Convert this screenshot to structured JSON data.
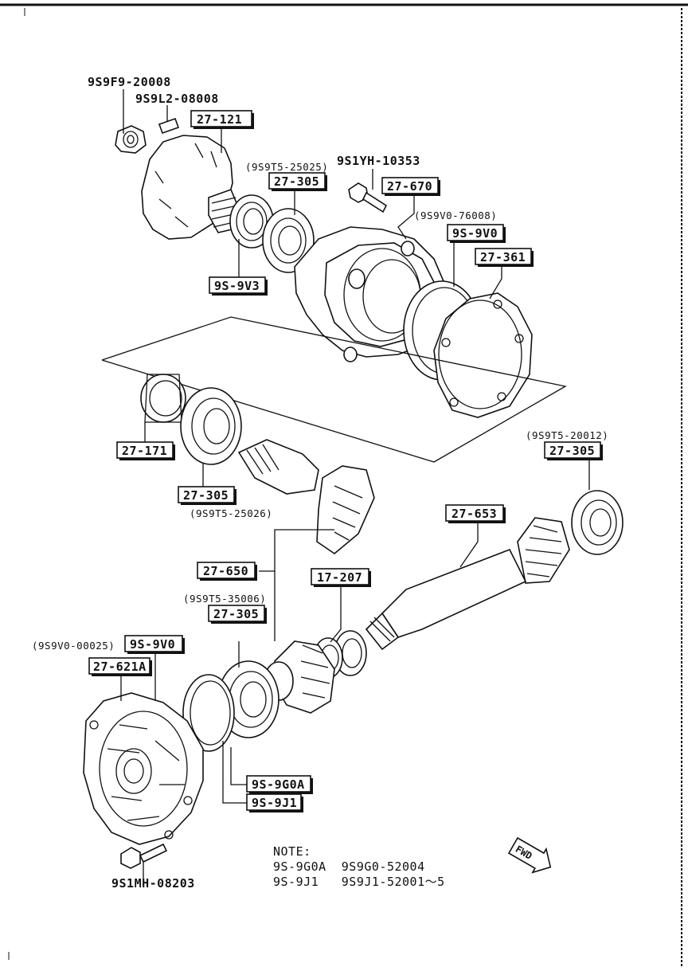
{
  "diagram": {
    "labels": [
      {
        "id": "nut",
        "text": "9S9F9-20008",
        "boxed": false
      },
      {
        "id": "pin",
        "text": "9S9L2-08008",
        "boxed": false
      },
      {
        "id": "cover-top",
        "text": "27-121",
        "boxed": true
      },
      {
        "id": "bearing-top-code",
        "text": "(9S9T5-25025)",
        "boxed": false
      },
      {
        "id": "bearing-top",
        "text": "27-305",
        "boxed": true
      },
      {
        "id": "bolt-top",
        "text": "9S1YH-10353",
        "boxed": false
      },
      {
        "id": "housing",
        "text": "27-670",
        "boxed": true
      },
      {
        "id": "shim-top-code",
        "text": "(9S9V0-76008)",
        "boxed": false
      },
      {
        "id": "shim-top",
        "text": "9S-9V0",
        "boxed": true
      },
      {
        "id": "gasket",
        "text": "27-361",
        "boxed": true
      },
      {
        "id": "seal-v3",
        "text": "9S-9V3",
        "boxed": true
      },
      {
        "id": "spacer",
        "text": "27-171",
        "boxed": true
      },
      {
        "id": "bearing-mid",
        "text": "27-305",
        "boxed": true
      },
      {
        "id": "bearing-mid-code",
        "text": "(9S9T5-25026)",
        "boxed": false
      },
      {
        "id": "bearing-right-code",
        "text": "(9S9T5-20012)",
        "boxed": false
      },
      {
        "id": "bearing-right",
        "text": "27-305",
        "boxed": true
      },
      {
        "id": "pinion-shaft",
        "text": "27-653",
        "boxed": true
      },
      {
        "id": "ring-gear",
        "text": "27-650",
        "boxed": true
      },
      {
        "id": "collar",
        "text": "17-207",
        "boxed": true
      },
      {
        "id": "bearing-low-code",
        "text": "(9S9T5-35006)",
        "boxed": false
      },
      {
        "id": "bearing-low",
        "text": "27-305",
        "boxed": true
      },
      {
        "id": "shim-low-code",
        "text": "(9S9V0-00025)",
        "boxed": false
      },
      {
        "id": "shim-low",
        "text": "9S-9V0",
        "boxed": true
      },
      {
        "id": "cover-low",
        "text": "27-621A",
        "boxed": true
      },
      {
        "id": "shim-g0a",
        "text": "9S-9G0A",
        "boxed": true
      },
      {
        "id": "shim-j1",
        "text": "9S-9J1",
        "boxed": true
      },
      {
        "id": "bolt-low",
        "text": "9S1MH-08203",
        "boxed": false
      }
    ],
    "note": {
      "heading": "NOTE:",
      "line1": "9S-9G0A  9S9G0-52004",
      "line2": "9S-9J1   9S9J1-52001～5"
    },
    "fwd": "FWD"
  }
}
